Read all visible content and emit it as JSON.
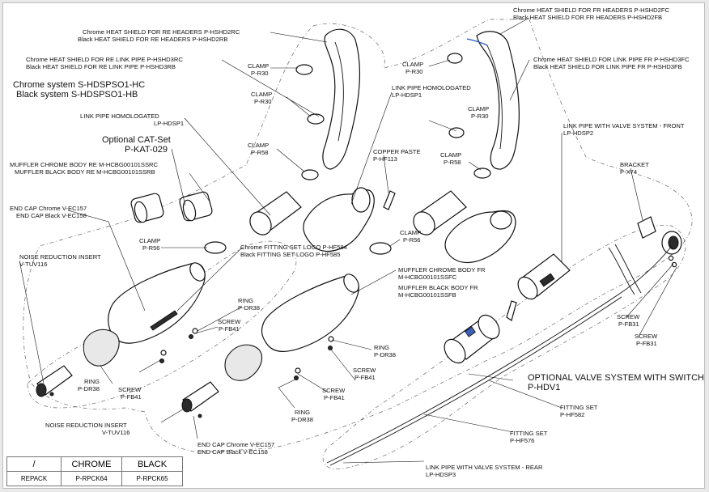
{
  "labels": {
    "hshd2_1": "Chrome HEAT SHIELD FOR FR HEADERS  P-HSHD2FC",
    "hshd2_2": "Black HEAT SHIELD FOR FR HEADERS  P-HSHD2FB",
    "hshdre_1": "Chrome HEAT SHIELD FOR RE HEADERS  P-HSHD2RC",
    "hshdre_2": "Black HEAT SHIELD FOR RE HEADERS   P-HSHD2RB",
    "hshd3re_1": "Chrome HEAT SHIELD FOR RE LINK PIPE  P-HSHD3RC",
    "hshd3re_2": "Black HEAT SHIELD FOR RE LINK PIPE     P-HSHD3RB",
    "hshd3fr_1": "Chrome HEAT SHIELD FOR LINK PIPE FR  P-HSHD3FC",
    "hshd3fr_2": "Black HEAT SHIELD FOR LINK PIPE FR     P-HSHD3FB",
    "system_1": "Chrome system S-HDSPSO1-HC",
    "system_2": "Black system   S-HDSPSO1-HB",
    "clamp_r30a_1": "CLAMP",
    "clamp_r30a_2": "P-R30",
    "clamp_r30b_1": "CLAMP",
    "clamp_r30b_2": "P-R30",
    "clamp_r30c_1": "CLAMP",
    "clamp_r30c_2": "P-R30",
    "clamp_r30d_1": "CLAMP",
    "clamp_r30d_2": "P-R30",
    "linkpipe_r_1": "LINK PIPE HOMOLOGATED",
    "linkpipe_r_2": "LP-HDSP1",
    "linkpipe_l_1": "LINK PIPE HOMOLOGATED",
    "linkpipe_l_2": "LP-HDSP1",
    "cat_1": "Optional CAT-Set",
    "cat_2": "P-KAT-029",
    "clamp_r58a_1": "CLAMP",
    "clamp_r58a_2": "P-R58",
    "clamp_r58b_1": "CLAMP",
    "clamp_r58b_2": "P-R58",
    "copper_1": "COPPER PASTE",
    "copper_2": "P-HF113",
    "lpvalve_fr_1": "LINK PIPE WITH VALVE SYSTEM -  FRONT",
    "lpvalve_fr_2": "LP-HDSP2",
    "bracket_1": "BRACKET",
    "bracket_2": "P-X74",
    "mufre_1": "MUFFLER CHROME BODY RE M-HCBG00101SSRC",
    "mufre_2": "MUFFLER BLACK BODY  RE M-HCBG00101SSRB",
    "endcap_l_1": "END CAP Chrome  V-EC157",
    "endcap_l_2": "END CAP Black   V-EC158",
    "clamp_r56a_1": "CLAMP",
    "clamp_r56a_2": "P-R56",
    "clamp_r56b_1": "CLAMP",
    "clamp_r56b_2": "P-R56",
    "fitting_1": "Chrome FITTING SET LOGO   P-HF584",
    "fitting_2": "Black FITTING SET LOGO    P-HF585",
    "nri_l_1": "NOISE REDUCTION INSERT",
    "nri_l_2": "V-TUV116",
    "muffr_1": "MUFFLER CHROME BODY  FR",
    "muffr_2": "M-HCBG00101SSFC",
    "muffr_3": "MUFFLER BLACK BODY FR",
    "muffr_4": "M-HCBG00101SSFB",
    "ring_a_1": "RING",
    "ring_a_2": "P-DR38",
    "screw_a_1": "SCREW",
    "screw_a_2": "P-FB41",
    "screw_fb31a_1": "SCREW",
    "screw_fb31a_2": "P-FB31",
    "screw_fb31b_1": "SCREW",
    "screw_fb31b_2": "P-FB31",
    "ring_b_1": "RING",
    "ring_b_2": "P-DR38",
    "screw_b_1": "SCREW",
    "screw_b_2": "P-FB41",
    "ring_c_1": "RING",
    "ring_c_2": "P-DR38",
    "screw_c_1": "SCREW",
    "screw_c_2": "P-FB41",
    "optvalve_1": "OPTIONAL VALVE SYSTEM WITH SWITCH",
    "optvalve_2": "P-HDV1",
    "screw_d_1": "SCREW",
    "screw_d_2": "P-FB41",
    "ring_d_1": "RING",
    "ring_d_2": "P-DR38",
    "fit582_1": "FITTING SET",
    "fit582_2": "P-HF582",
    "nri_b_1": "NOISE REDUCTION INSERT",
    "nri_b_2": "V-TUV116",
    "fit576_1": "FITTING SET",
    "fit576_2": "P-HF576",
    "endcap_b_1": "END CAP Chrome   V-EC157",
    "endcap_b_2": "END CAP Black     V-EC158",
    "lpvalve_re_1": "LINK PIPE WITH VALVE SYSTEM - REAR",
    "lpvalve_re_2": "LP-HDSP3"
  },
  "table": {
    "h0": "/",
    "h1": "CHROME",
    "h2": "BLACK",
    "r0": "REPACK",
    "r1": "P-RPCK64",
    "r2": "P-RPCK65"
  }
}
